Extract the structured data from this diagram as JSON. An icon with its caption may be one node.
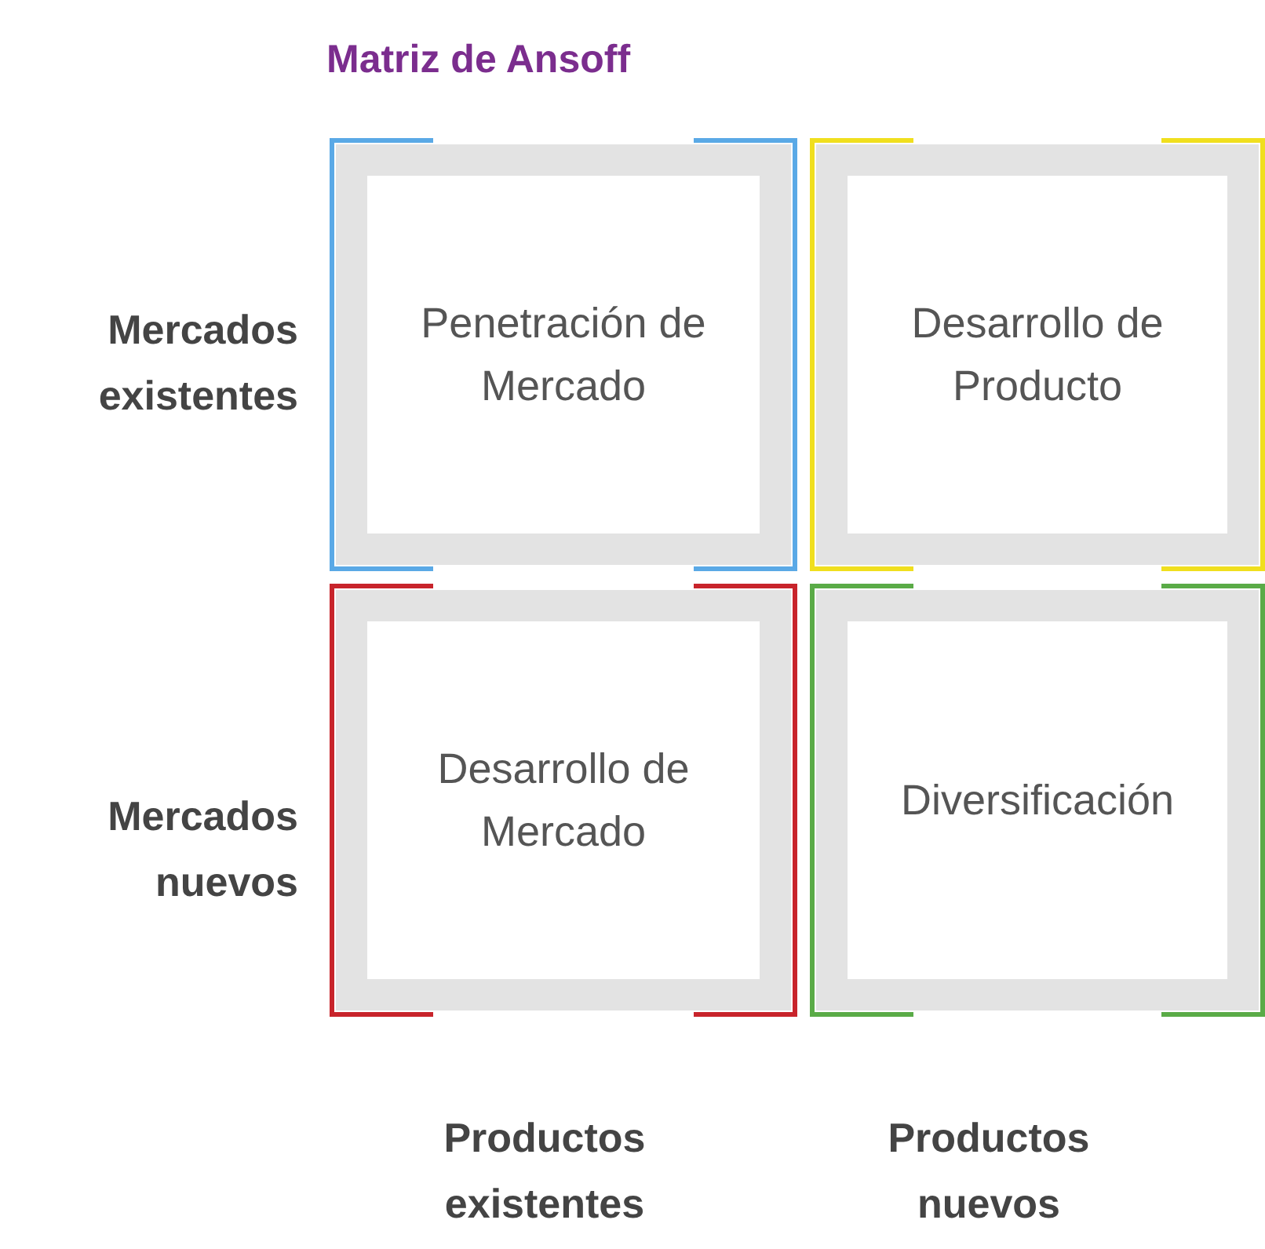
{
  "diagram": {
    "title": "Matriz de Ansoff",
    "nodes": [
      {
        "text": [
          "Penetración de Mercado"
        ]
      },
      {
        "text": [
          "Desarrollo de Producto"
        ]
      },
      {
        "text": [
          "Desarrollo de Mercado"
        ]
      },
      {
        "text": [
          "Diversificación"
        ]
      }
    ],
    "labels": [
      "Mercados existentes",
      "Mercados nuevos",
      "Productos existentes",
      "Productos nuevos"
    ]
  }
}
